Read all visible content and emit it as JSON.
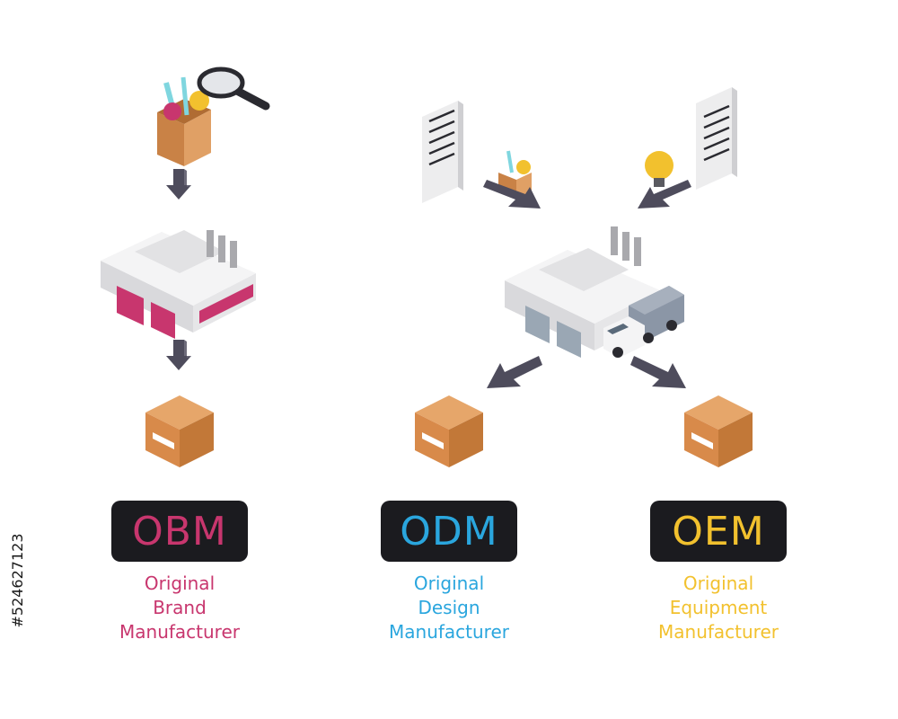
{
  "columns": [
    {
      "id": "obm",
      "acronym": "OBM",
      "lines": [
        "Original",
        "Brand",
        "Manufacturer"
      ],
      "color": "#c8366e"
    },
    {
      "id": "odm",
      "acronym": "ODM",
      "lines": [
        "Original",
        "Design",
        "Manufacturer"
      ],
      "color": "#2aa6de"
    },
    {
      "id": "oem",
      "acronym": "OEM",
      "lines": [
        "Original",
        "Equipment",
        "Manufacturer"
      ],
      "color": "#f2c12e"
    }
  ],
  "stock_id": "#524627123",
  "icons": {
    "obm": [
      "product-bag-icon",
      "magnifier-icon",
      "arrow-down-icon",
      "factory-icon",
      "arrow-down-icon",
      "box-icon"
    ],
    "odm_oem": [
      "document-icon",
      "product-bag-icon",
      "arrow-icon",
      "document-icon",
      "lightbulb-icon",
      "arrow-icon",
      "factory-icon",
      "truck-icon",
      "arrow-icon",
      "arrow-icon",
      "box-icon",
      "box-icon"
    ]
  },
  "colors": {
    "badge_bg": "#1b1b1f",
    "box": "#d88a4a",
    "arrow": "#4e4c5c",
    "factory_wall": "#e9e9ea",
    "obm_door": "#c8366e",
    "odm_door": "#9aa7b4"
  }
}
